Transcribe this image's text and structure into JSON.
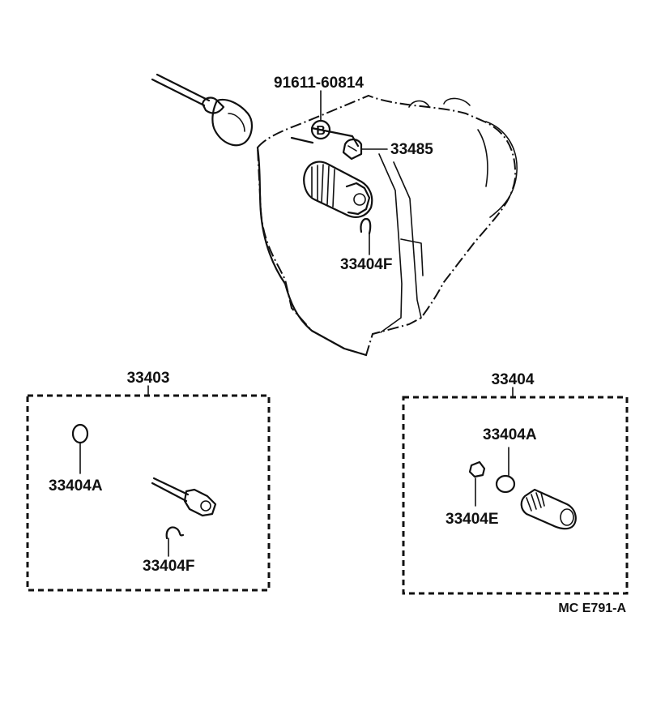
{
  "labels": {
    "bolt": "91611-60814",
    "clamp": "33485",
    "pin_top": "33404F",
    "kit_left": "33403",
    "kit_right": "33404",
    "oring_left": "33404A",
    "pin_left": "33404F",
    "oring_right": "33404A",
    "plug_right": "33404E"
  },
  "bolt_marker": "B",
  "figure_code": "MC  E791-A"
}
